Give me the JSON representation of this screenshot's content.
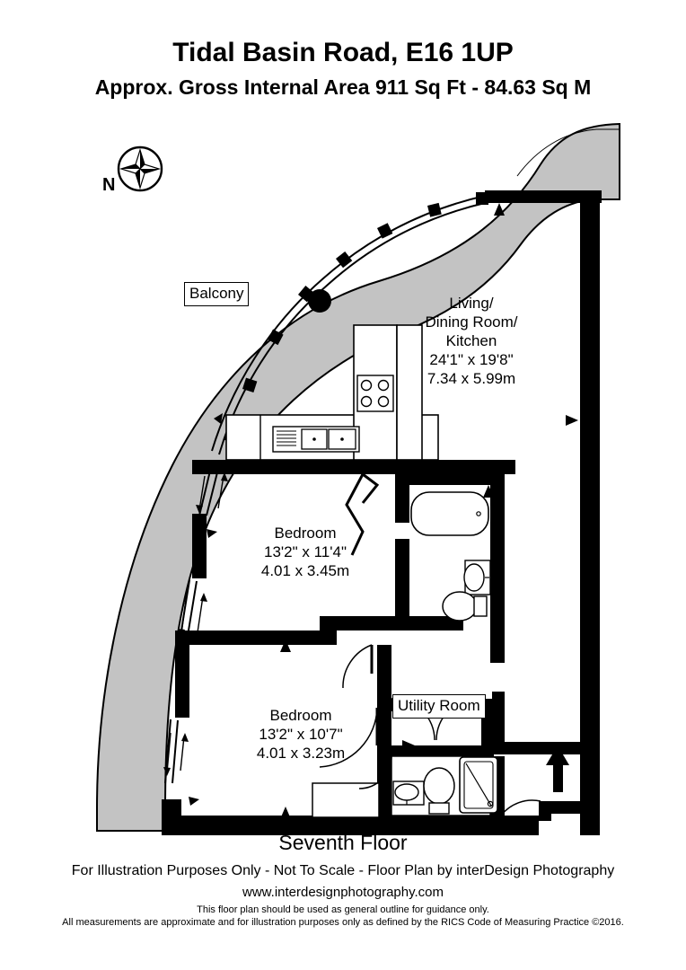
{
  "header": {
    "title": "Tidal Basin Road, E16 1UP",
    "area_line": "Approx. Gross Internal Area   911 Sq Ft  -  84.63 Sq M"
  },
  "compass": {
    "label": "N",
    "icon": "compass-rose-icon"
  },
  "plan": {
    "balcony_label": "Balcony",
    "utility_label": "Utility Room",
    "rooms": [
      {
        "id": "living-dining-kitchen",
        "name_lines": [
          "Living/",
          "Dining Room/",
          "Kitchen"
        ],
        "dim_imperial": "24'1\" x 19'8\"",
        "dim_metric": "7.34 x 5.99m"
      },
      {
        "id": "bedroom-1",
        "name_lines": [
          "Bedroom"
        ],
        "dim_imperial": "13'2\" x 11'4\"",
        "dim_metric": "4.01 x 3.45m"
      },
      {
        "id": "bedroom-2",
        "name_lines": [
          "Bedroom"
        ],
        "dim_imperial": "13'2\" x 10'7\"",
        "dim_metric": "4.01 x 3.23m"
      }
    ],
    "fixtures": [
      "kitchen-sink-icon",
      "kitchen-hob-icon",
      "bathtub-icon",
      "wash-basin-icon",
      "toilet-icon",
      "shower-tray-icon",
      "entrance-door-icon"
    ],
    "colors": {
      "wall": "#000000",
      "balcony_fill": "#c3c3c3",
      "background": "#ffffff",
      "outline": "#000000"
    }
  },
  "footer": {
    "floor_name": "Seventh Floor",
    "credit": "For Illustration Purposes Only - Not To Scale - Floor Plan by interDesign Photography",
    "website": "www.interdesignphotography.com",
    "disclaimer_line1": "This floor plan should be used as general outline for guidance only.",
    "disclaimer_line2": "All measurements are approximate and for illustration purposes only as defined by the RICS Code of Measuring Practice ©2016."
  }
}
